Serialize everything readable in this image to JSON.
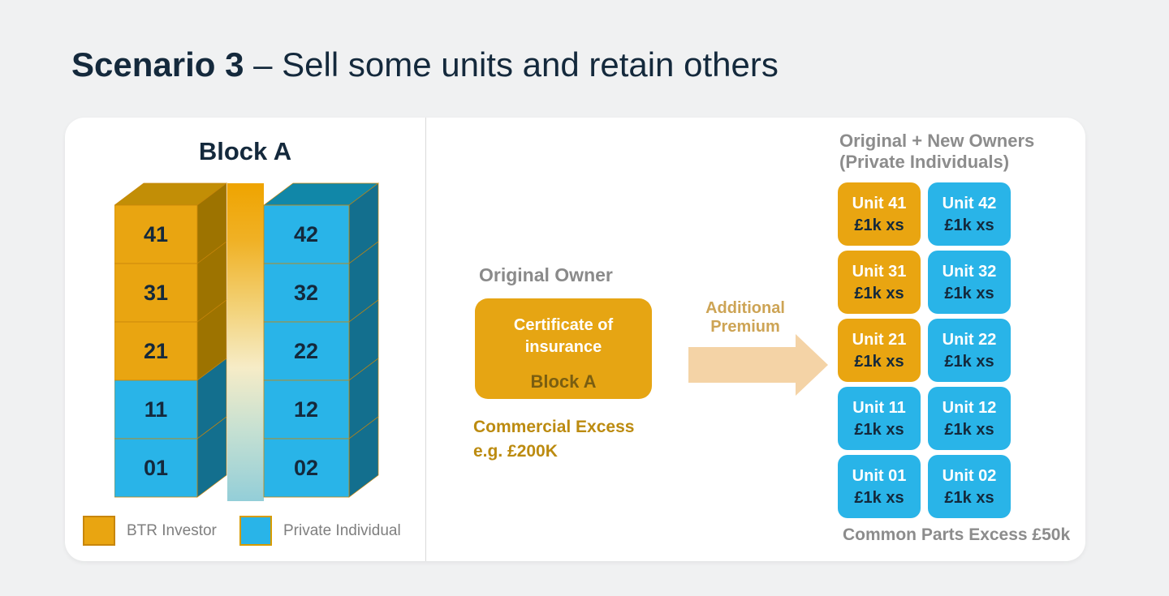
{
  "page": {
    "background": "#F0F1F2",
    "title": {
      "bold": "Scenario 3",
      "rest": " – Sell some units and retain others"
    }
  },
  "colors": {
    "navy_text": "#14293C",
    "btr_orange": "#E9A511",
    "btr_orange_side": "#9D7300",
    "btr_orange_top": "#C28E06",
    "private_blue": "#29B4E8",
    "private_blue_side": "#136F8E",
    "private_blue_top": "#1187A8",
    "outline_gold": "#C8860B",
    "gray_text": "#8C8C8C",
    "legend_text": "#7F7F7F",
    "gold_text": "#BC8B10",
    "cert_box_fill": "#E6A513",
    "cert_subtitle_text": "#7A5E11",
    "arrow_fill": "#F4D3A6",
    "arrow_label_text": "#CDA455"
  },
  "left_panel": {
    "title": "Block A",
    "building": {
      "floors": [
        {
          "left": {
            "num": "41",
            "type": "btr"
          },
          "right": {
            "num": "42",
            "type": "private"
          }
        },
        {
          "left": {
            "num": "31",
            "type": "btr"
          },
          "right": {
            "num": "32",
            "type": "private"
          }
        },
        {
          "left": {
            "num": "21",
            "type": "btr"
          },
          "right": {
            "num": "22",
            "type": "private"
          }
        },
        {
          "left": {
            "num": "11",
            "type": "private"
          },
          "right": {
            "num": "12",
            "type": "private"
          }
        },
        {
          "left": {
            "num": "01",
            "type": "private"
          },
          "right": {
            "num": "02",
            "type": "private"
          }
        }
      ]
    },
    "legend": {
      "items": [
        {
          "label": "BTR Investor",
          "type": "btr"
        },
        {
          "label": "Private Individual",
          "type": "private"
        }
      ]
    }
  },
  "middle_panel": {
    "owner_label": "Original Owner",
    "certificate": {
      "title": "Certificate of insurance",
      "subtitle": "Block A"
    },
    "excess_line1": "Commercial Excess",
    "excess_line2": "e.g. £200K",
    "arrow_label_line1": "Additional",
    "arrow_label_line2": "Premium"
  },
  "right_panel": {
    "header_line1": "Original + New Owners",
    "header_line2": "(Private Individuals)",
    "units": [
      {
        "label": "Unit 41",
        "excess": "£1k xs",
        "type": "btr"
      },
      {
        "label": "Unit 42",
        "excess": "£1k xs",
        "type": "private"
      },
      {
        "label": "Unit 31",
        "excess": "£1k xs",
        "type": "btr"
      },
      {
        "label": "Unit 32",
        "excess": "£1k xs",
        "type": "private"
      },
      {
        "label": "Unit 21",
        "excess": "£1k xs",
        "type": "btr"
      },
      {
        "label": "Unit 22",
        "excess": "£1k xs",
        "type": "private"
      },
      {
        "label": "Unit 11",
        "excess": "£1k xs",
        "type": "private"
      },
      {
        "label": "Unit 12",
        "excess": "£1k xs",
        "type": "private"
      },
      {
        "label": "Unit 01",
        "excess": "£1k xs",
        "type": "private"
      },
      {
        "label": "Unit 02",
        "excess": "£1k xs",
        "type": "private"
      }
    ],
    "footer": "Common Parts Excess £50k"
  }
}
